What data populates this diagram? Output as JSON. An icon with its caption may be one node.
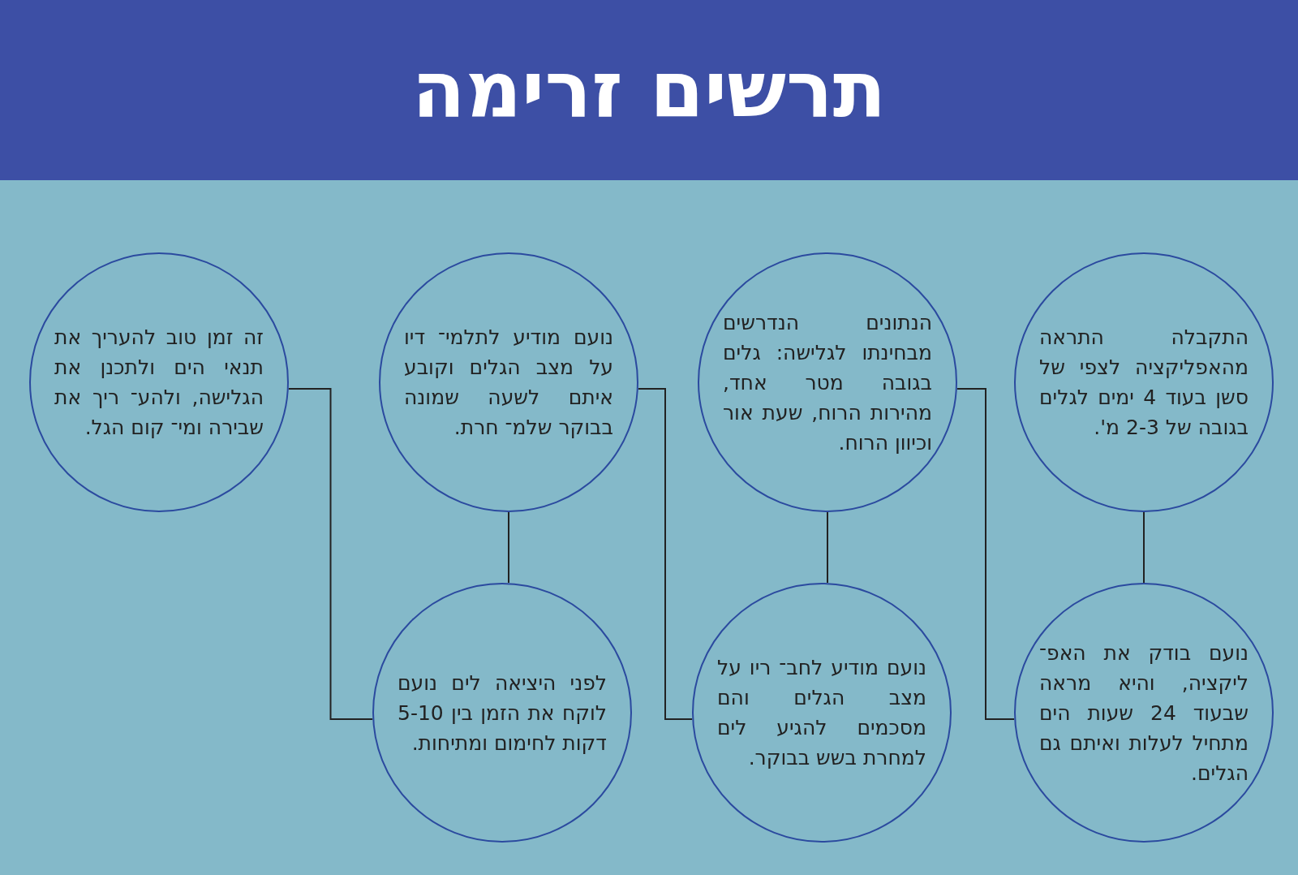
{
  "diagram": {
    "title": "תרשים זרימה",
    "nodes": [
      {
        "text": [
          "התקבלה התראה מהאפליקציה לצפי של סשן בעוד 4 ימים לגלים בגובה של 2-3 מ'."
        ]
      },
      {
        "text": [
          "נועם בודק את האפ־ ליקציה, והיא מראה שבעוד 24 שעות הים מתחיל לעלות ואיתם גם הגלים."
        ]
      },
      {
        "text": [
          "הנתונים הנדרשים מבחינתו לגלישה: גלים בגובה מטר אחד, מהירות הרוח, שעת אור וכיוון הרוח."
        ]
      },
      {
        "text": [
          "נועם מודיע לחב־ ריו על מצב הגלים והם מסכמים להגיע לים למחרת בשש בבוקר."
        ]
      },
      {
        "text": [
          "נועם מודיע לתלמי־ דיו על מצב הגלים וקובע איתם לשעה שמונה בבוקר שלמ־ חרת."
        ]
      },
      {
        "text": [
          "לפני היציאה לים נועם לוקח את הזמן בין 5-10 דקות לחימום ומתיחות."
        ]
      },
      {
        "text": [
          "זה זמן טוב להעריך את תנאי הים ולתכנן את הגלישה, ולהע־ ריך את שבירה ומי־ קום הגל."
        ]
      }
    ],
    "edges": [
      {
        "from": 0,
        "to": 1,
        "arrow": "none"
      },
      {
        "from": 1,
        "to": 2,
        "arrow": "none"
      },
      {
        "from": 2,
        "to": 3,
        "arrow": "none"
      },
      {
        "from": 3,
        "to": 4,
        "arrow": "none"
      },
      {
        "from": 4,
        "to": 5,
        "arrow": "none"
      },
      {
        "from": 5,
        "to": 6,
        "arrow": "none"
      }
    ]
  }
}
